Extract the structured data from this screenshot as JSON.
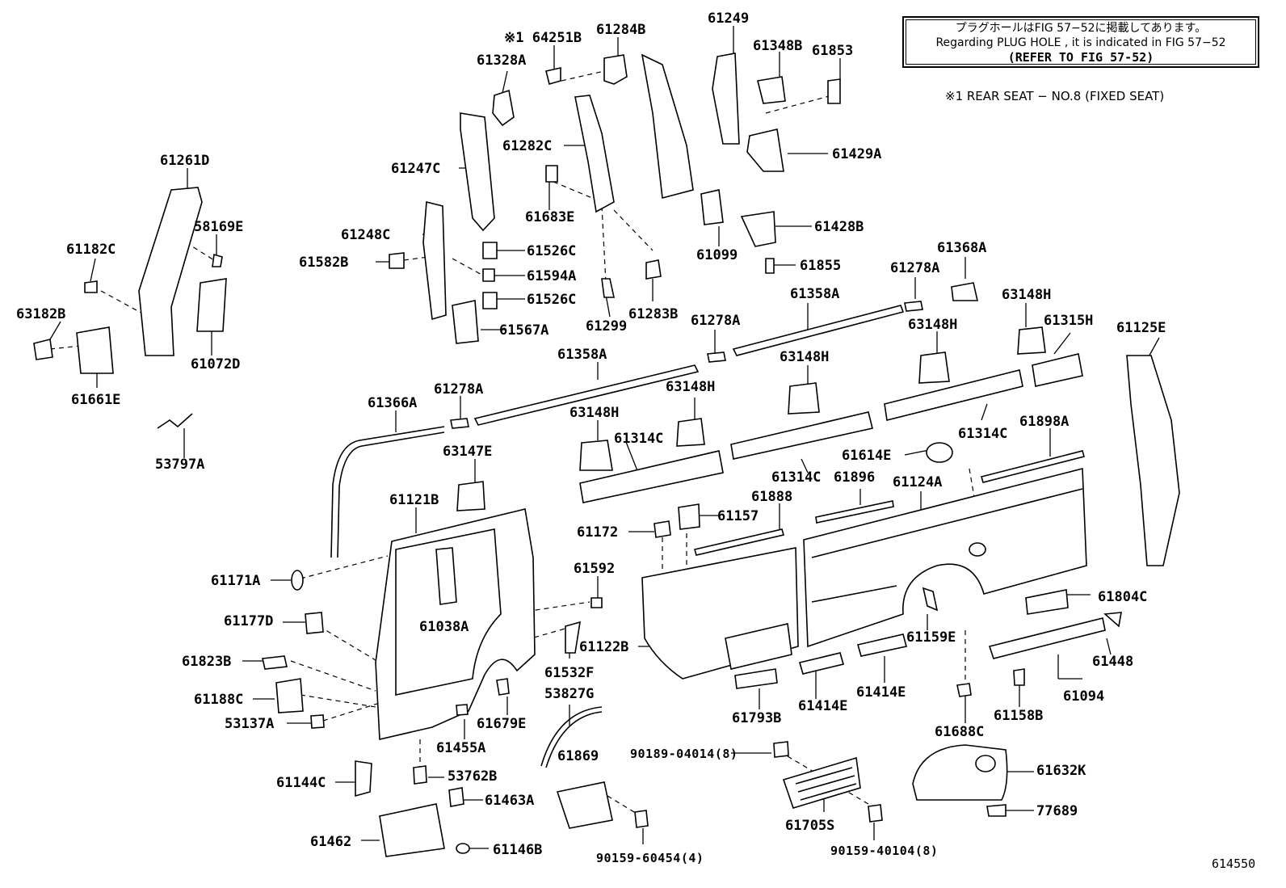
{
  "note": {
    "line_jp": "プラグホールはFIG 57−52に掲載してあります。",
    "line_en": "Regarding PLUG HOLE , it is indicated in FIG 57−52",
    "line_ref": "(REFER TO FIG 57-52)"
  },
  "footnote": "※1 REAR SEAT − NO.8 (FIXED SEAT)",
  "figure_id": "614550",
  "parts": [
    {
      "id": "p01",
      "label": "※1 64251B"
    },
    {
      "id": "p02",
      "label": "61284B"
    },
    {
      "id": "p03",
      "label": "61249"
    },
    {
      "id": "p04",
      "label": "61348B"
    },
    {
      "id": "p05",
      "label": "61853"
    },
    {
      "id": "p06",
      "label": "61328A"
    },
    {
      "id": "p07",
      "label": "61429A"
    },
    {
      "id": "p08",
      "label": "61282C"
    },
    {
      "id": "p09",
      "label": "61261D"
    },
    {
      "id": "p10",
      "label": "61247C"
    },
    {
      "id": "p11",
      "label": "61683E"
    },
    {
      "id": "p12",
      "label": "58169E"
    },
    {
      "id": "p13",
      "label": "61248C"
    },
    {
      "id": "p14",
      "label": "61428B"
    },
    {
      "id": "p15",
      "label": "61099"
    },
    {
      "id": "p16",
      "label": "61182C"
    },
    {
      "id": "p17",
      "label": "61526C"
    },
    {
      "id": "p18",
      "label": "61582B"
    },
    {
      "id": "p19",
      "label": "61855"
    },
    {
      "id": "p20",
      "label": "61594A"
    },
    {
      "id": "p21",
      "label": "61368A"
    },
    {
      "id": "p22",
      "label": "61278A"
    },
    {
      "id": "p23",
      "label": "61358A"
    },
    {
      "id": "p24",
      "label": "61526C"
    },
    {
      "id": "p25",
      "label": "63182B"
    },
    {
      "id": "p26",
      "label": "61299"
    },
    {
      "id": "p27",
      "label": "61283B"
    },
    {
      "id": "p28",
      "label": "63148H"
    },
    {
      "id": "p29",
      "label": "61072D"
    },
    {
      "id": "p30",
      "label": "61567A"
    },
    {
      "id": "p31",
      "label": "61278A"
    },
    {
      "id": "p32",
      "label": "63148H"
    },
    {
      "id": "p33",
      "label": "61315H"
    },
    {
      "id": "p34",
      "label": "61125E"
    },
    {
      "id": "p35",
      "label": "61358A"
    },
    {
      "id": "p36",
      "label": "63148H"
    },
    {
      "id": "p37",
      "label": "61661E"
    },
    {
      "id": "p38",
      "label": "61278A"
    },
    {
      "id": "p39",
      "label": "63148H"
    },
    {
      "id": "p40",
      "label": "61366A"
    },
    {
      "id": "p41",
      "label": "61314C"
    },
    {
      "id": "p42",
      "label": "63148H"
    },
    {
      "id": "p43",
      "label": "61898A"
    },
    {
      "id": "p44",
      "label": "61314C"
    },
    {
      "id": "p45",
      "label": "53797A"
    },
    {
      "id": "p46",
      "label": "63147E"
    },
    {
      "id": "p47",
      "label": "61614E"
    },
    {
      "id": "p48",
      "label": "61314C"
    },
    {
      "id": "p49",
      "label": "61896"
    },
    {
      "id": "p50",
      "label": "61124A"
    },
    {
      "id": "p51",
      "label": "61121B"
    },
    {
      "id": "p52",
      "label": "61888"
    },
    {
      "id": "p53",
      "label": "61157"
    },
    {
      "id": "p54",
      "label": "61172"
    },
    {
      "id": "p55",
      "label": "61171A"
    },
    {
      "id": "p56",
      "label": "61592"
    },
    {
      "id": "p57",
      "label": "61804C"
    },
    {
      "id": "p58",
      "label": "61038A"
    },
    {
      "id": "p59",
      "label": "61177D"
    },
    {
      "id": "p60",
      "label": "61159E"
    },
    {
      "id": "p61",
      "label": "61122B"
    },
    {
      "id": "p62",
      "label": "61823B"
    },
    {
      "id": "p63",
      "label": "61532F"
    },
    {
      "id": "p64",
      "label": "61448"
    },
    {
      "id": "p65",
      "label": "53827G"
    },
    {
      "id": "p66",
      "label": "61188C"
    },
    {
      "id": "p67",
      "label": "61414E"
    },
    {
      "id": "p68",
      "label": "61414E"
    },
    {
      "id": "p69",
      "label": "61094"
    },
    {
      "id": "p70",
      "label": "53137A"
    },
    {
      "id": "p71",
      "label": "61679E"
    },
    {
      "id": "p72",
      "label": "61793B"
    },
    {
      "id": "p73",
      "label": "61158B"
    },
    {
      "id": "p74",
      "label": "61455A"
    },
    {
      "id": "p75",
      "label": "61688C"
    },
    {
      "id": "p76",
      "label": "90189-04014(8)"
    },
    {
      "id": "p77",
      "label": "61869"
    },
    {
      "id": "p78",
      "label": "61632K"
    },
    {
      "id": "p79",
      "label": "61144C"
    },
    {
      "id": "p80",
      "label": "53762B"
    },
    {
      "id": "p81",
      "label": "61463A"
    },
    {
      "id": "p82",
      "label": "77689"
    },
    {
      "id": "p83",
      "label": "61705S"
    },
    {
      "id": "p84",
      "label": "61462"
    },
    {
      "id": "p85",
      "label": "61146B"
    },
    {
      "id": "p86",
      "label": "90159-60454(4)"
    },
    {
      "id": "p87",
      "label": "90159-40104(8)"
    }
  ]
}
